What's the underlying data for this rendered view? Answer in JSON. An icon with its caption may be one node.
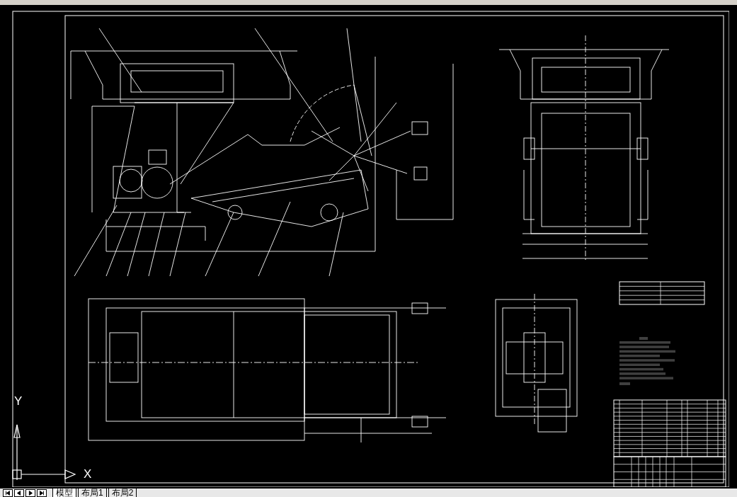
{
  "diagram": {
    "labels": [
      "Y",
      "X",
      "模型",
      "布局1",
      "布局2"
    ]
  }
}
